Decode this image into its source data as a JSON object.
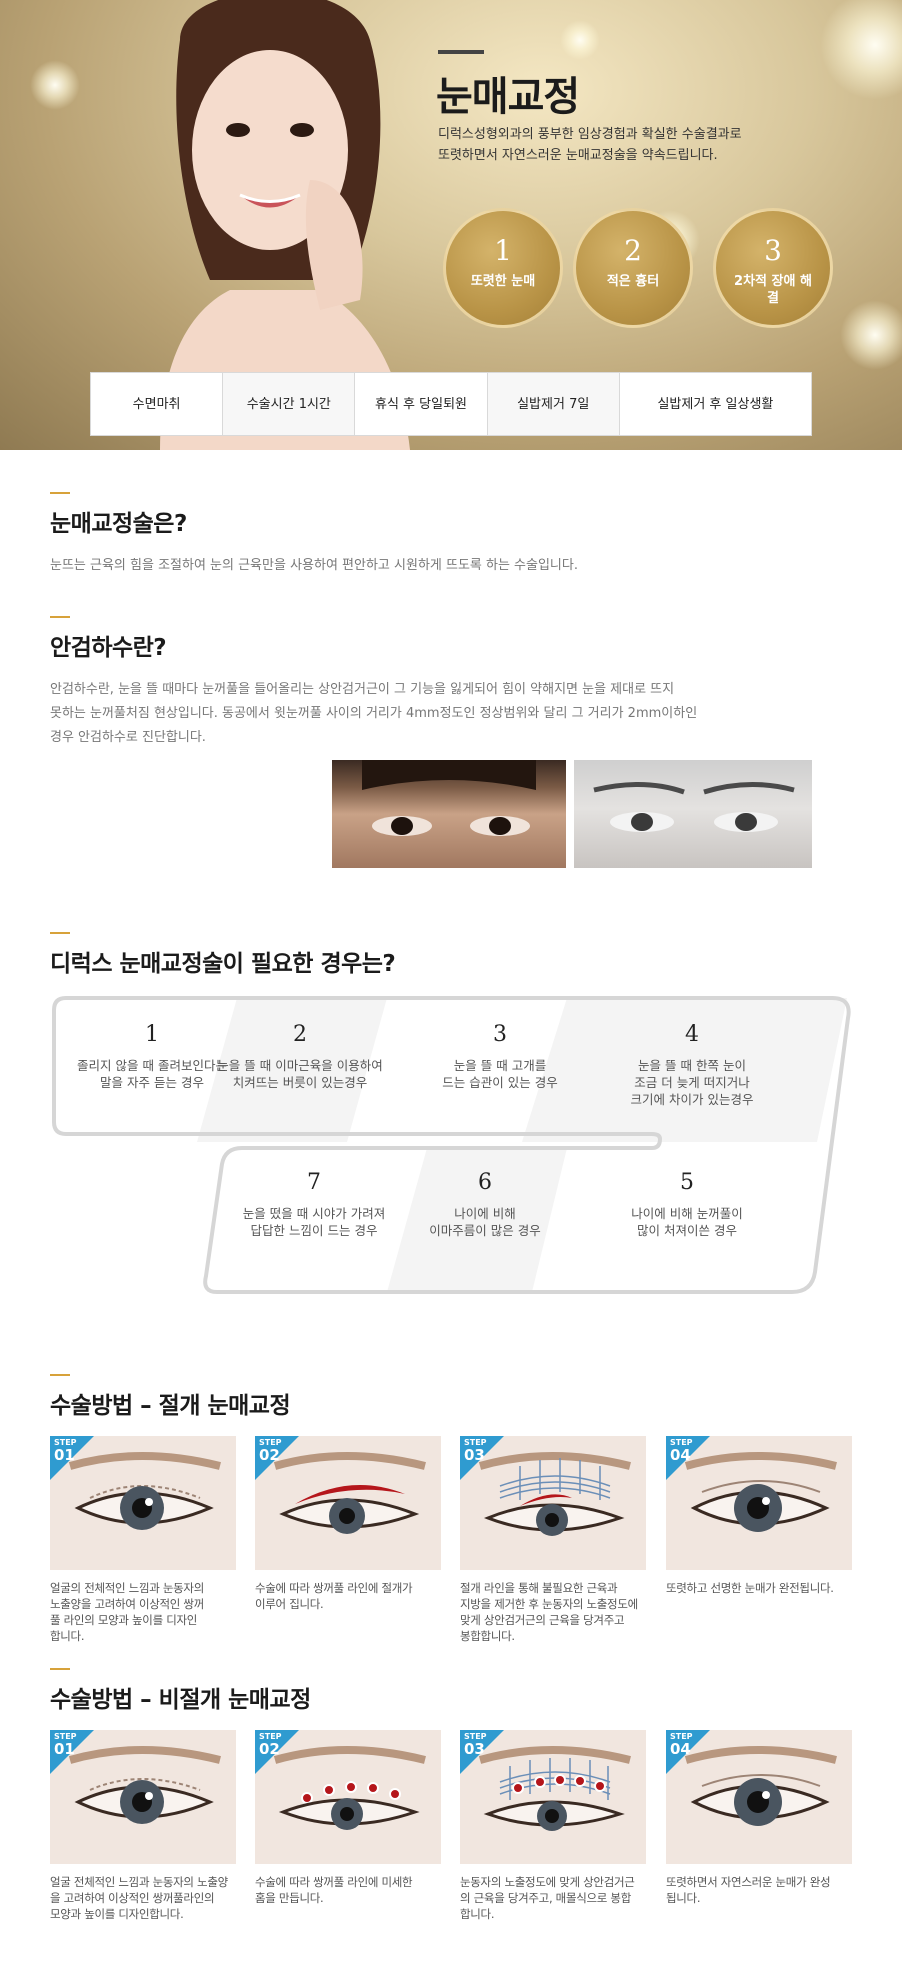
{
  "hero": {
    "title": "눈매교정",
    "desc_line1": "디럭스성형외과의 풍부한 임상경험과 확실한 수술결과로",
    "desc_line2": "또렷하면서 자연스러운 눈매교정술을 약속드립니다.",
    "circles": [
      {
        "num": "1",
        "label": "또렷한 눈매"
      },
      {
        "num": "2",
        "label": "적은 흉터"
      },
      {
        "num": "3",
        "label": "2차적 장애 해결"
      }
    ],
    "info": [
      "수면마취",
      "수술시간 1시간",
      "휴식 후 당일퇴원",
      "실밥제거 7일",
      "실밥제거 후 일상생활"
    ]
  },
  "intro": {
    "title": "눈매교정술은?",
    "text": "눈뜨는 근육의 힘을 조절하여 눈의 근육만을 사용하여 편안하고 시원하게 뜨도록 하는 수술입니다."
  },
  "ptosis": {
    "title": "안검하수란?",
    "line1": "안검하수란, 눈을 뜰 때마다 눈꺼풀을 들어올리는 상안검거근이 그 기능을 잃게되어 힘이 약해지면 눈을 제대로 뜨지",
    "line2": "못하는 눈꺼풀처짐 현상입니다. 동공에서 윗눈꺼풀 사이의 거리가 4mm정도인 정상범위와 달리 그 거리가 2mm이하인",
    "line3": "경우 안검하수로 진단합니다."
  },
  "cases": {
    "title": "디럭스 눈매교정술이 필요한 경우는?",
    "items": [
      {
        "num": "1",
        "l1": "졸리지 않을 때 졸려보인다는",
        "l2": "말을 자주 듣는 경우",
        "l3": ""
      },
      {
        "num": "2",
        "l1": "눈을 뜰 때 이마근육을 이용하여",
        "l2": "치켜뜨는 버릇이 있는경우",
        "l3": ""
      },
      {
        "num": "3",
        "l1": "눈을 뜰 때 고개를",
        "l2": "드는 습관이 있는 경우",
        "l3": ""
      },
      {
        "num": "4",
        "l1": "눈을 뜰 때 한쪽 눈이",
        "l2": "조금 더 늦게 떠지거나",
        "l3": "크기에 차이가 있는경우"
      },
      {
        "num": "5",
        "l1": "나이에 비해 눈꺼풀이",
        "l2": "많이 처져이쓴 경우",
        "l3": ""
      },
      {
        "num": "6",
        "l1": "나이에 비해",
        "l2": "이마주름이 많은 경우",
        "l3": ""
      },
      {
        "num": "7",
        "l1": "눈을 떴을 때 시야가 가려져",
        "l2": "답답한 느낌이 드는 경우",
        "l3": ""
      }
    ]
  },
  "incision": {
    "title": "수술방법 – 절개 눈매교정",
    "steps": [
      {
        "tag": "STEP",
        "num": "01",
        "l1": "얼굴의 전체적인 느낌과 눈동자의",
        "l2": "노출양을 고려하여 이상적인 쌍꺼",
        "l3": "풀 라인의 모양과 높이를 디자인",
        "l4": "합니다."
      },
      {
        "tag": "STEP",
        "num": "02",
        "l1": "수술에 따라 쌍꺼풀 라인에 절개가",
        "l2": "이루어 집니다.",
        "l3": "",
        "l4": ""
      },
      {
        "tag": "STEP",
        "num": "03",
        "l1": "절개 라인을 통해 불필요한 근육과",
        "l2": "지방을 제거한 후 눈동자의 노출정도에",
        "l3": "맞게 상안검거근의 근육을 당겨주고",
        "l4": "봉합합니다."
      },
      {
        "tag": "STEP",
        "num": "04",
        "l1": "또렷하고 선명한 눈매가 완전됩니다.",
        "l2": "",
        "l3": "",
        "l4": ""
      }
    ]
  },
  "nonincision": {
    "title": "수술방법 – 비절개 눈매교정",
    "steps": [
      {
        "tag": "STEP",
        "num": "01",
        "l1": "얼굴 전체적인 느낌과 눈동자의 노출양",
        "l2": "을 고려하여 이상적인 쌍꺼풀라인의",
        "l3": "모양과 높이를 디자인합니다."
      },
      {
        "tag": "STEP",
        "num": "02",
        "l1": "수술에 따라 쌍꺼풀 라인에 미세한",
        "l2": "홈을 만듭니다.",
        "l3": ""
      },
      {
        "tag": "STEP",
        "num": "03",
        "l1": "눈동자의 노출정도에 맞게 상안검거근",
        "l2": "의 근육을 당겨주고, 매몰식으로 봉합",
        "l3": "합니다."
      },
      {
        "tag": "STEP",
        "num": "04",
        "l1": "또렷하면서 자연스러운 눈매가 완성",
        "l2": "됩니다.",
        "l3": ""
      }
    ]
  },
  "colors": {
    "gold": "#d7a23a",
    "step_blue": "#2f9bd0",
    "incision_red": "#b5161b"
  }
}
